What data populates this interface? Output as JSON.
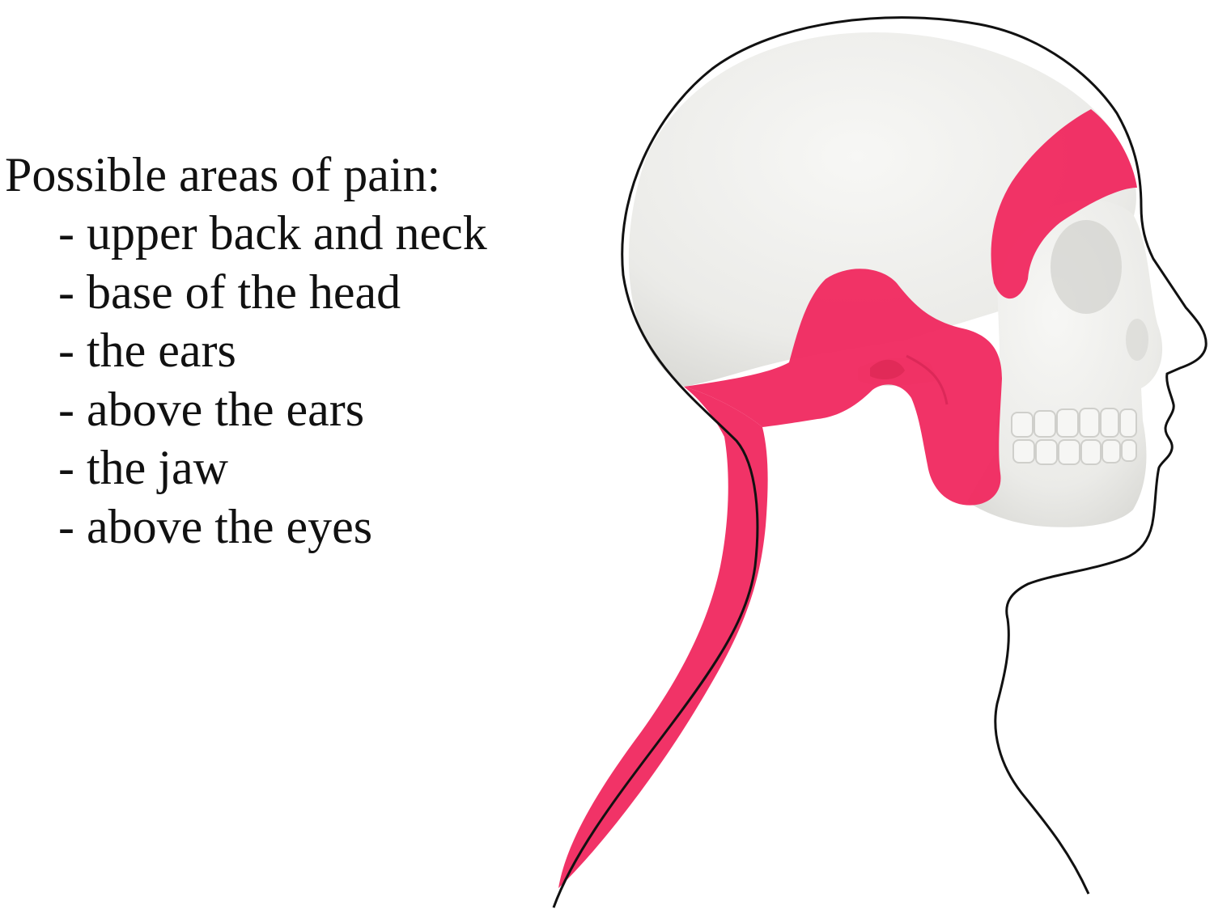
{
  "text": {
    "heading": "Possible areas of pain:",
    "items": [
      "- upper back and neck",
      "- base of the head",
      "- the ears",
      "- above the ears",
      "- the jaw",
      "- above the eyes"
    ]
  },
  "colors": {
    "pain": "#f0285f",
    "bone": "#eeeeec",
    "outline": "#111111",
    "background": "#ffffff"
  }
}
